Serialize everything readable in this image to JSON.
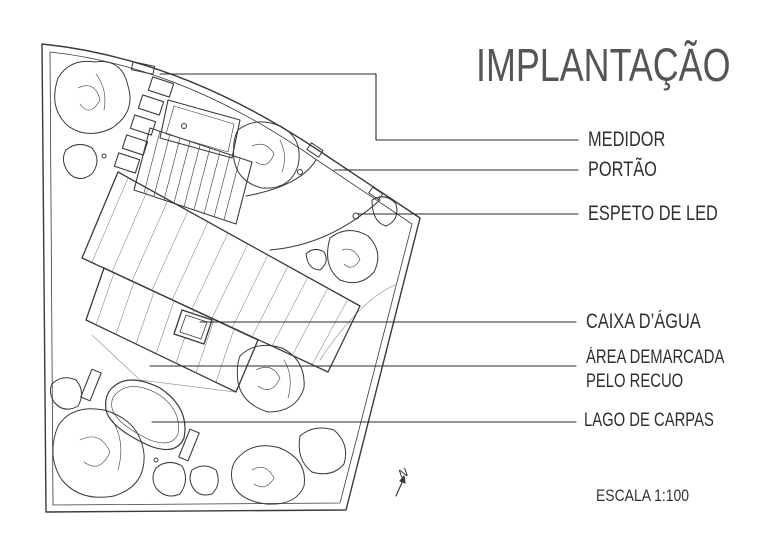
{
  "title": "IMPLANTAÇÃO",
  "labels": {
    "medidor": "MEDIDOR",
    "portao": "PORTÃO",
    "espeto": "ESPETO DE LED",
    "caixa": "CAIXA D’ÁGUA",
    "area_line1": "ÁREA DEMARCADA",
    "area_line2": "PELO RECUO",
    "lago": "LAGO DE CARPAS"
  },
  "scale": "ESCALA 1:100",
  "north": "N",
  "colors": {
    "ink": "#3a3a3a",
    "text": "#2f2f2f",
    "title": "#555555"
  }
}
